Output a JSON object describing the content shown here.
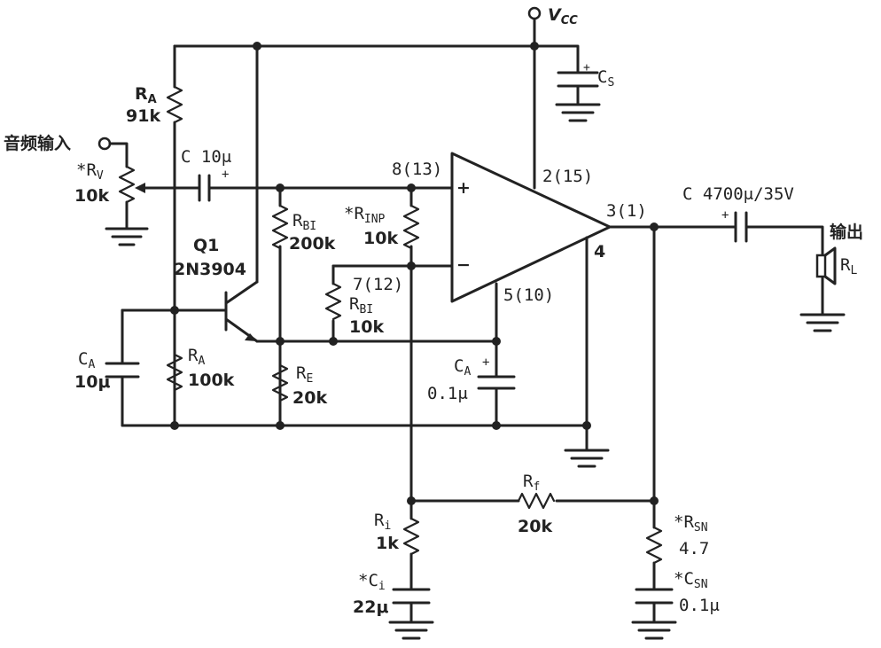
{
  "vcc": {
    "main": "V",
    "sub": "CC"
  },
  "cs": {
    "main": "C",
    "sub": "S"
  },
  "ra1": {
    "main": "R",
    "sub": "A",
    "value": "91k"
  },
  "input_label": "音频输入",
  "rv": {
    "star": "*",
    "main": "R",
    "sub": "V",
    "value": "10k"
  },
  "c_in": {
    "label": "C  10μ"
  },
  "pin_plus": "8(13)",
  "pin_vcc": "2(15)",
  "pin_out": "3(1)",
  "pin_gnd": "4",
  "pin_minus": "7(12)",
  "pin_bypass": "5(10)",
  "rbi1": {
    "main": "R",
    "sub": "BI",
    "value": "200k"
  },
  "rinp": {
    "star": "*",
    "main": "R",
    "sub": "INP",
    "value": "10k"
  },
  "rbi2": {
    "main": "R",
    "sub": "BI",
    "value": "10k"
  },
  "q1": {
    "name": "Q1",
    "part": "2N3904"
  },
  "ca_left": {
    "main": "C",
    "sub": "A",
    "value": "10μ"
  },
  "ra2": {
    "main": "R",
    "sub": "A",
    "value": "100k"
  },
  "re": {
    "main": "R",
    "sub": "E",
    "value": "20k"
  },
  "ca_right": {
    "main": "C",
    "sub": "A",
    "value": "0.1μ"
  },
  "c_out": {
    "label": "C  4700μ/35V"
  },
  "output_label": "输出",
  "rl": {
    "main": "R",
    "sub": "L"
  },
  "rf": {
    "main": "R",
    "sub": "f",
    "value": "20k"
  },
  "ri": {
    "main": "R",
    "sub": "i",
    "value": "1k"
  },
  "ci": {
    "star": "*",
    "main": "C",
    "sub": "i",
    "value": "22μ"
  },
  "rsn": {
    "star": "*",
    "main": "R",
    "sub": "SN",
    "value": "4.7"
  },
  "csn": {
    "star": "*",
    "main": "C",
    "sub": "SN",
    "value": "0.1μ"
  },
  "plus_sign": "+",
  "minus_sign": "−"
}
